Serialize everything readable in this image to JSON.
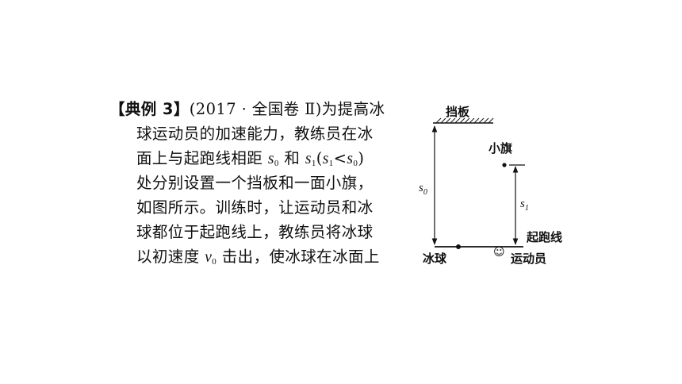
{
  "problem": {
    "tag": "【典例 3】",
    "source": "(2017 · 全国卷 Ⅱ)",
    "line1_text": "为提高冰",
    "line2": "球运动员的加速能力，教练员在冰",
    "line3_a": "面上与起跑线相距 ",
    "s0_var": "s",
    "s0_sub": "0",
    "line3_b": " 和 ",
    "s1_var": "s",
    "s1_sub": "1",
    "line3_c": "(",
    "s1b_var": "s",
    "s1b_sub": "1",
    "lt": "<",
    "s0b_var": "s",
    "s0b_sub": "0",
    "line3_d": ")",
    "line4": "处分别设置一个挡板和一面小旗，",
    "line5": "如图所示。训练时，让运动员和冰",
    "line6": "球都位于起跑线上，教练员将冰球",
    "line7_a": "以初速度 ",
    "v0_var": "v",
    "v0_sub": "0",
    "line7_b": " 击出，使冰球在冰面上"
  },
  "diagram": {
    "baffle_label": "挡板",
    "flag_label": "小旗",
    "start_line_label": "起跑线",
    "puck_label": "冰球",
    "athlete_label": "运动员",
    "athlete_icon": "☺",
    "s0_var": "s",
    "s0_sub": "0",
    "s1_var": "s",
    "s1_sub": "1"
  }
}
